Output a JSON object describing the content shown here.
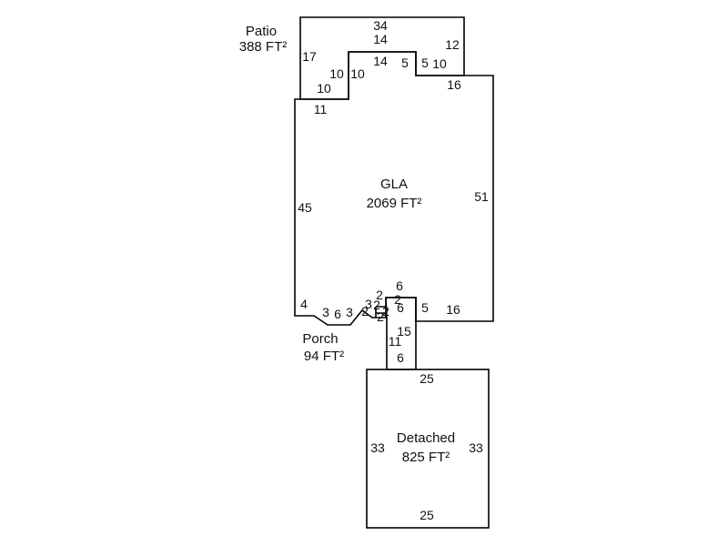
{
  "colors": {
    "line": "#000000",
    "text": "#111111",
    "background": "#ffffff"
  },
  "areas": {
    "patio": {
      "name": "Patio",
      "size": "388 FT²"
    },
    "gla": {
      "name": "GLA",
      "size": "2069 FT²"
    },
    "porch": {
      "name": "Porch",
      "size": "94 FT²"
    },
    "detached": {
      "name": "Detached",
      "size": "825 FT²"
    }
  },
  "dimensions": {
    "patio": [
      "34",
      "14",
      "12",
      "17",
      "10",
      "10",
      "10",
      "14",
      "5",
      "5",
      "10",
      "16",
      "11"
    ],
    "gla": [
      "45",
      "51",
      "4",
      "3",
      "6",
      "3",
      "3",
      "2",
      "2",
      "2",
      "2",
      "2",
      "6",
      "2",
      "6",
      "5",
      "16",
      "15",
      "11",
      "6"
    ],
    "detached": [
      "25",
      "33",
      "33",
      "25"
    ]
  }
}
